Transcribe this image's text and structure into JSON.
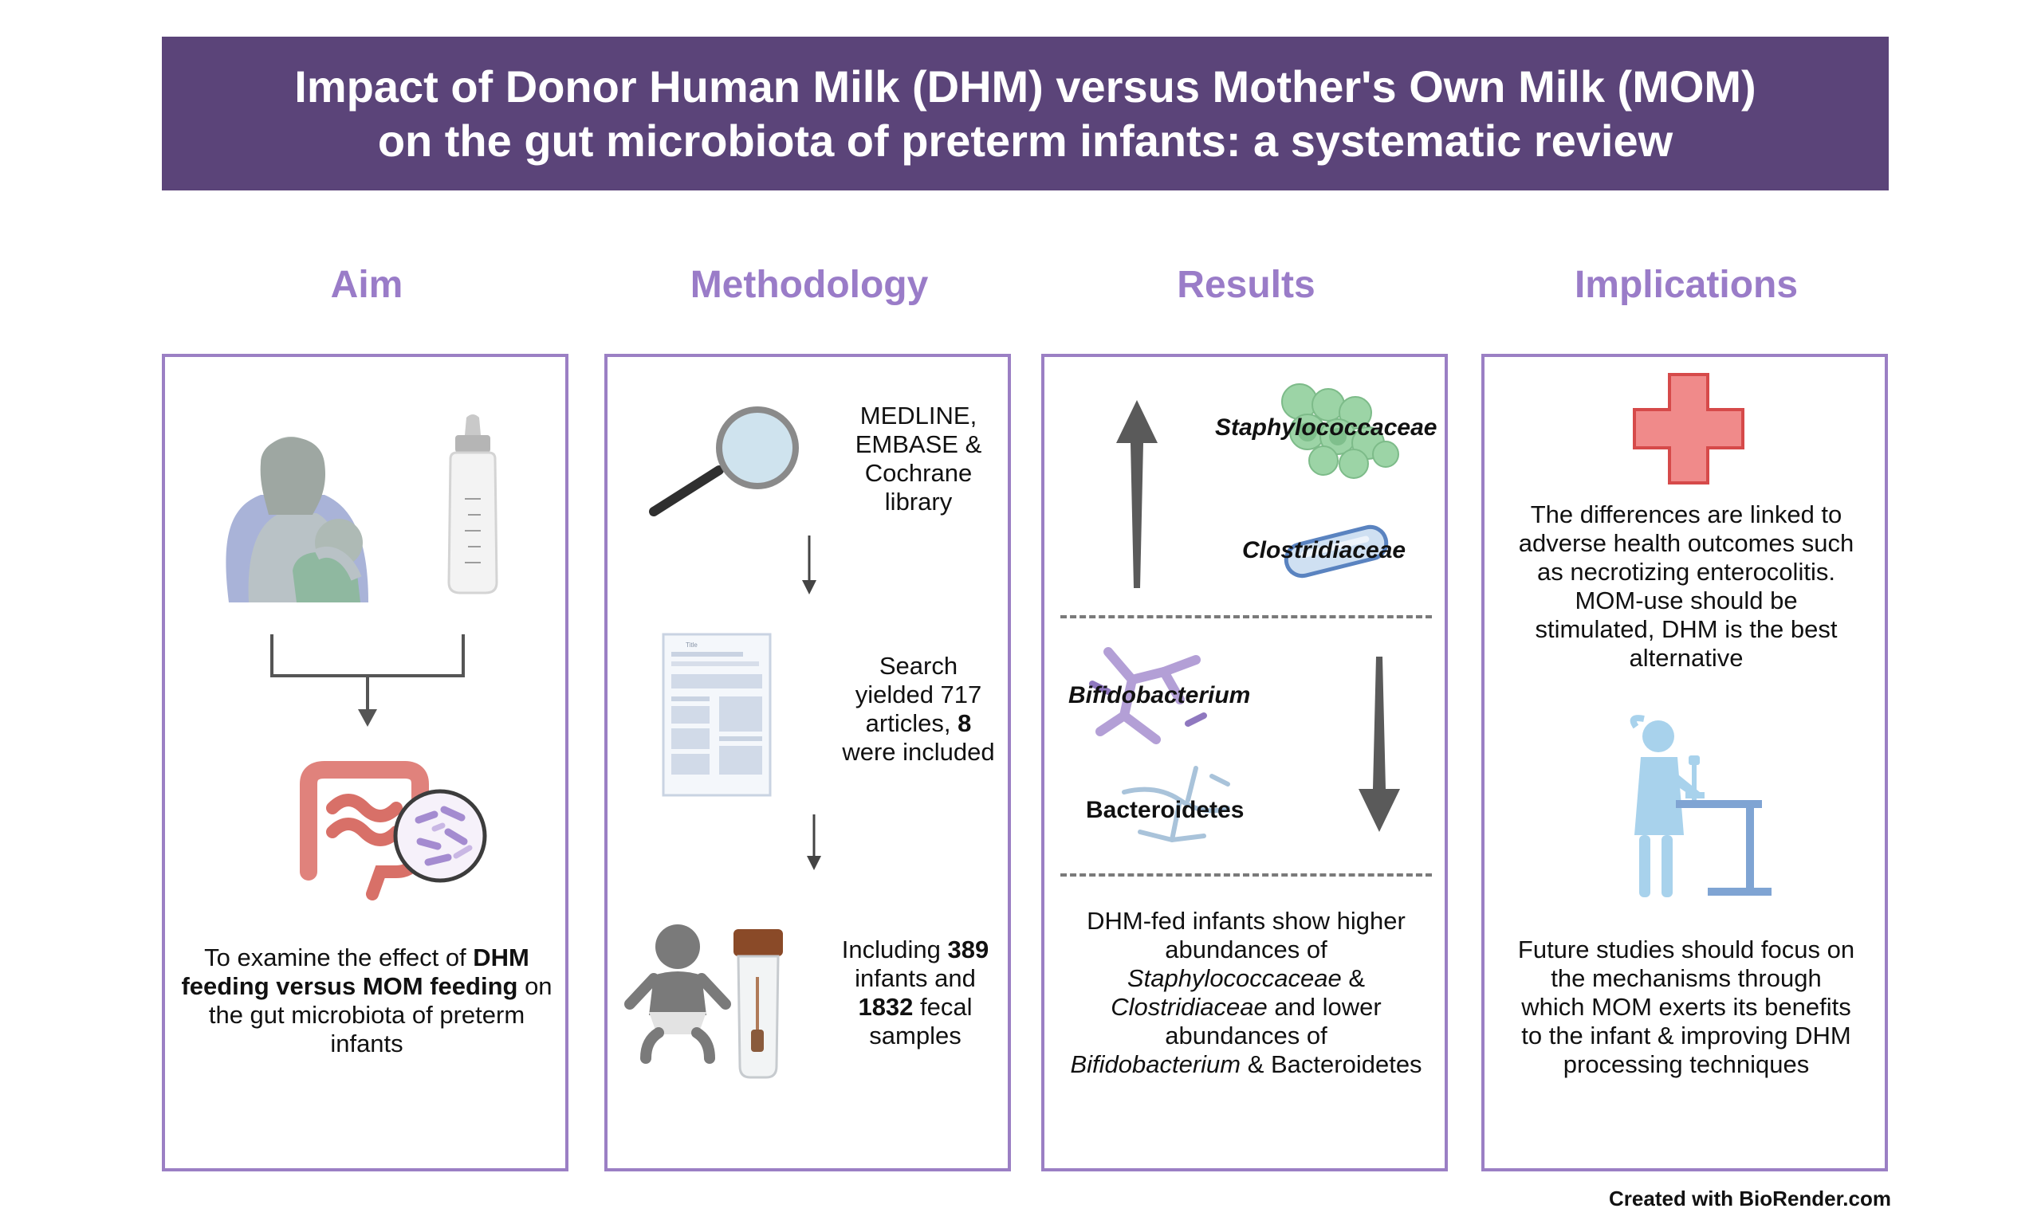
{
  "header": {
    "title_line1": "Impact of Donor Human Milk (DHM) versus Mother's Own Milk (MOM)",
    "title_line2": "on the gut microbiota of preterm infants: a systematic review"
  },
  "sections": {
    "aim": {
      "heading": "Aim",
      "text_pre": "To examine the effect of ",
      "text_bold": "DHM feeding versus MOM feeding",
      "text_post": " on the gut microbiota of preterm infants"
    },
    "methodology": {
      "heading": "Methodology",
      "step1": "MEDLINE, EMBASE & Cochrane library",
      "step2_pre": "Search yielded 717 articles, ",
      "step2_bold": "8",
      "step2_post": " were included",
      "step3_pre": "Including ",
      "step3_bold1": "389",
      "step3_mid": " infants and ",
      "step3_bold2": "1832",
      "step3_post": " fecal samples",
      "doc_title": "Title"
    },
    "results": {
      "heading": "Results",
      "increased": [
        "Staphylococcaceae",
        "Clostridiaceae"
      ],
      "decreased": [
        "Bifidobacterium",
        "Bacteroidetes"
      ],
      "summary": {
        "p1": "DHM-fed infants show higher abundances of",
        "t1": "Staphylococcaceae",
        "p2": " & ",
        "t2": "Clostridiaceae",
        "p3": " and lower abundances of",
        "t3": "Bifidobacterium",
        "p4": " & Bacteroidetes"
      }
    },
    "implications": {
      "heading": "Implications",
      "text1": "The differences are linked to adverse health outcomes such as necrotizing enterocolitis. MOM-use should be stimulated, DHM is the best alternative",
      "text2": "Future studies should focus on the mechanisms through which MOM exerts its benefits to the infant & improving DHM processing techniques"
    }
  },
  "footer": "Created with BioRender.com"
}
